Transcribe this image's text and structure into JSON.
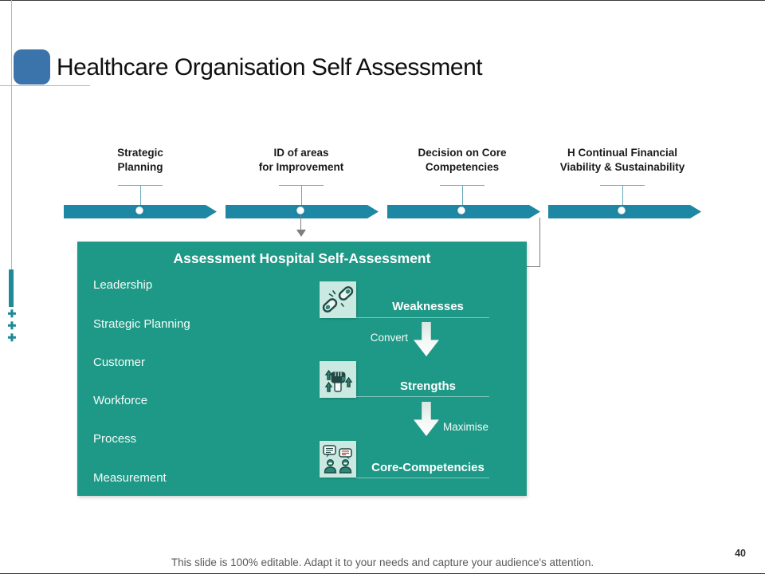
{
  "slide": {
    "title": "Healthcare Organisation Self Assessment",
    "footer": "This slide is 100% editable. Adapt it to your needs and capture your audience's attention.",
    "page_number": "40"
  },
  "timeline": {
    "steps": [
      {
        "line1": "Strategic",
        "line2": "Planning"
      },
      {
        "line1": "ID of areas",
        "line2": "for Improvement"
      },
      {
        "line1": "Decision on Core",
        "line2": "Competencies"
      },
      {
        "line1": "H Continual Financial",
        "line2": "Viability & Sustainability"
      }
    ]
  },
  "assessment_box": {
    "title": "Assessment Hospital Self-Assessment",
    "categories": [
      "Leadership",
      "Strategic Planning",
      "Customer",
      "Workforce",
      "Process",
      "Measurement"
    ],
    "flow": {
      "weaknesses": "Weaknesses",
      "convert": "Convert",
      "strengths": "Strengths",
      "maximise": "Maximise",
      "core_competencies": "Core-Competencies"
    },
    "icons": [
      "broken-chain-icon",
      "raised-fist-icon",
      "discussion-icon"
    ]
  },
  "colors": {
    "timeline_arrow": "#1d87a4",
    "box_background": "#1f9987",
    "icon_tile_background": "#c9e9e1",
    "title_marker_blue": "#3b73ab",
    "accent_teal": "#1d8a96",
    "connector_gray": "#7f7f7f"
  }
}
